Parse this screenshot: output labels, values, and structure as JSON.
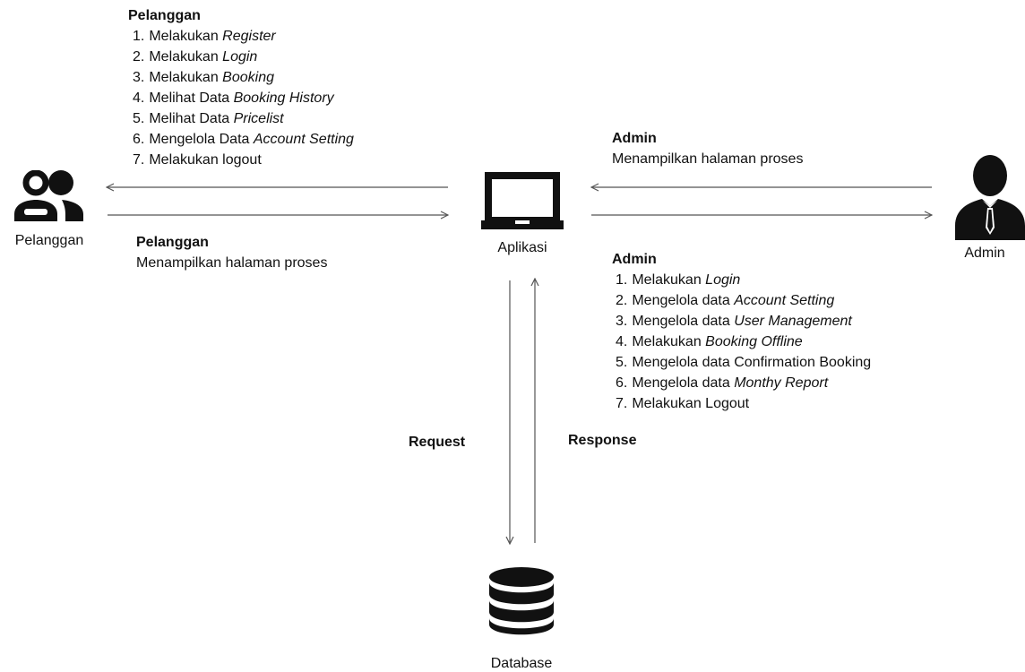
{
  "pelanggan_actions": {
    "heading": "Pelanggan",
    "items": [
      {
        "num": "1.",
        "plain": "Melakukan ",
        "italic": "Register"
      },
      {
        "num": "2.",
        "plain": "Melakukan ",
        "italic": "Login"
      },
      {
        "num": "3.",
        "plain": "Melakukan ",
        "italic": "Booking"
      },
      {
        "num": "4.",
        "plain": "Melihat Data ",
        "italic": "Booking History"
      },
      {
        "num": "5.",
        "plain": "Melihat Data ",
        "italic": "Pricelist"
      },
      {
        "num": "6.",
        "plain": "Mengelola Data ",
        "italic": "Account Setting"
      },
      {
        "num": "7.",
        "plain": "Melakukan logout",
        "italic": ""
      }
    ]
  },
  "pelanggan_response": {
    "heading": "Pelanggan",
    "text": "Menampilkan halaman proses"
  },
  "admin_response": {
    "heading": "Admin",
    "text": "Menampilkan halaman proses"
  },
  "admin_actions": {
    "heading": "Admin",
    "items": [
      {
        "num": "1.",
        "plain": "Melakukan ",
        "italic": "Login"
      },
      {
        "num": "2.",
        "plain": "Mengelola data ",
        "italic": "Account Setting"
      },
      {
        "num": "3.",
        "plain": "Mengelola data ",
        "italic": "User Management"
      },
      {
        "num": "4.",
        "plain": "Melakukan ",
        "italic": "Booking Offline"
      },
      {
        "num": "5.",
        "plain": "Mengelola data Confirmation Booking",
        "italic": ""
      },
      {
        "num": "6.",
        "plain": "Mengelola data ",
        "italic": "Monthy Report"
      },
      {
        "num": "7.",
        "plain": "Melakukan Logout",
        "italic": ""
      }
    ]
  },
  "nodes": {
    "pelanggan": {
      "label": "Pelanggan",
      "icon": "users-icon"
    },
    "aplikasi": {
      "label": "Aplikasi",
      "icon": "laptop-icon"
    },
    "admin": {
      "label": "Admin",
      "icon": "admin-user-icon"
    },
    "database": {
      "label": "Database",
      "icon": "database-icon"
    }
  },
  "flows": {
    "request": "Request",
    "response": "Response"
  },
  "colors": {
    "line": "#555555",
    "icon": "#111111"
  }
}
